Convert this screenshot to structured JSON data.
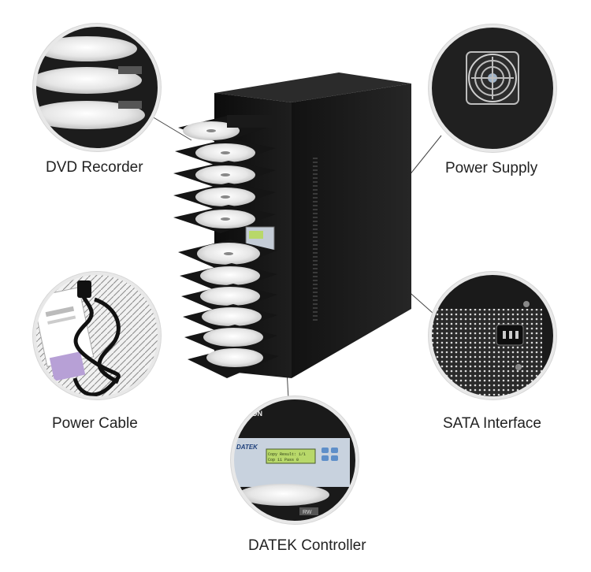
{
  "callouts": {
    "dvd_recorder": "DVD Recorder",
    "power_supply": "Power Supply",
    "power_cable": "Power Cable",
    "sata_interface": "SATA Interface",
    "datek_controller": "DATEK Controller"
  },
  "controller_brand": "DATEK",
  "drive_brand": "LITEON",
  "drive_badge": "RW",
  "lcd_lines": [
    "Copy Result: 1/1",
    "Cop 11 Pass 0"
  ],
  "colors": {
    "tower": "#1b1b1b",
    "bezel_grey": "#9aa0a6",
    "lcd_green": "#b8d86a",
    "keypad_blue": "#5e8fc9",
    "cable": "#111111"
  }
}
